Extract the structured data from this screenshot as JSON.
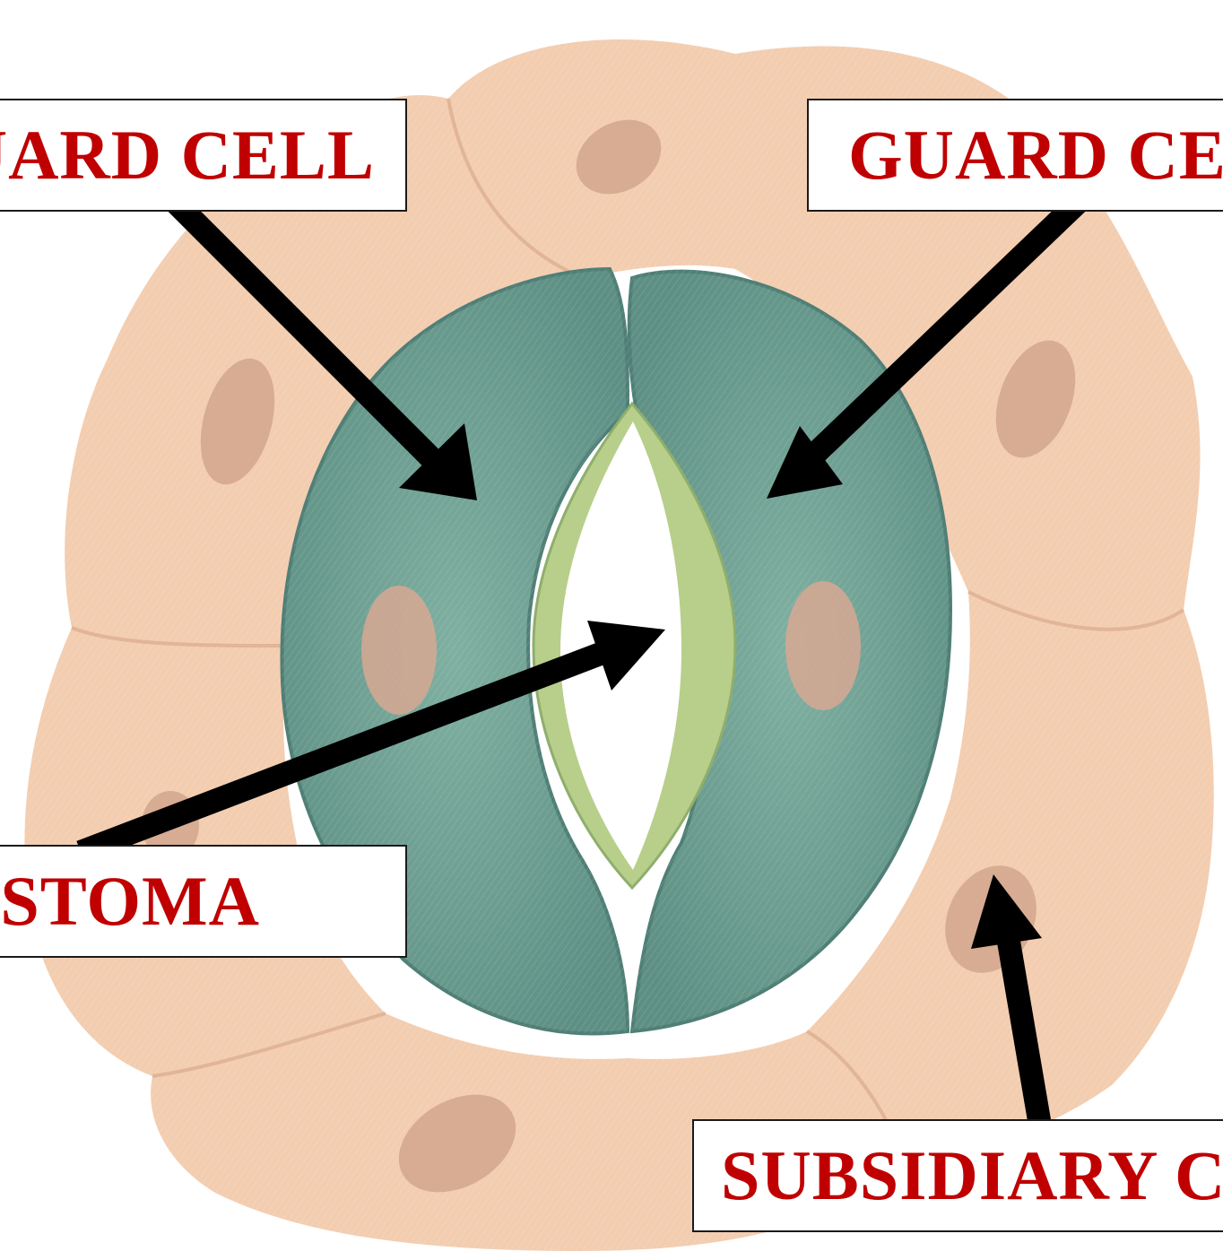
{
  "labels": {
    "guard_cell_left": "GUARD CELL",
    "guard_cell_right": "GUARD CELL",
    "stoma": "STOMA",
    "subsidiary_cell": "SUBSIDIARY CELL"
  },
  "colors": {
    "label_text": "#c00000",
    "arrow": "#000000",
    "subsidiary_cell_fill": "#f3cdb0",
    "guard_cell_fill": "#6f9f92",
    "pore_fill": "#ffffff",
    "pore_rim": "#b7cf8a",
    "nucleus_guard": "#d7a893",
    "nucleus_subsidiary": "#cfa48c"
  }
}
